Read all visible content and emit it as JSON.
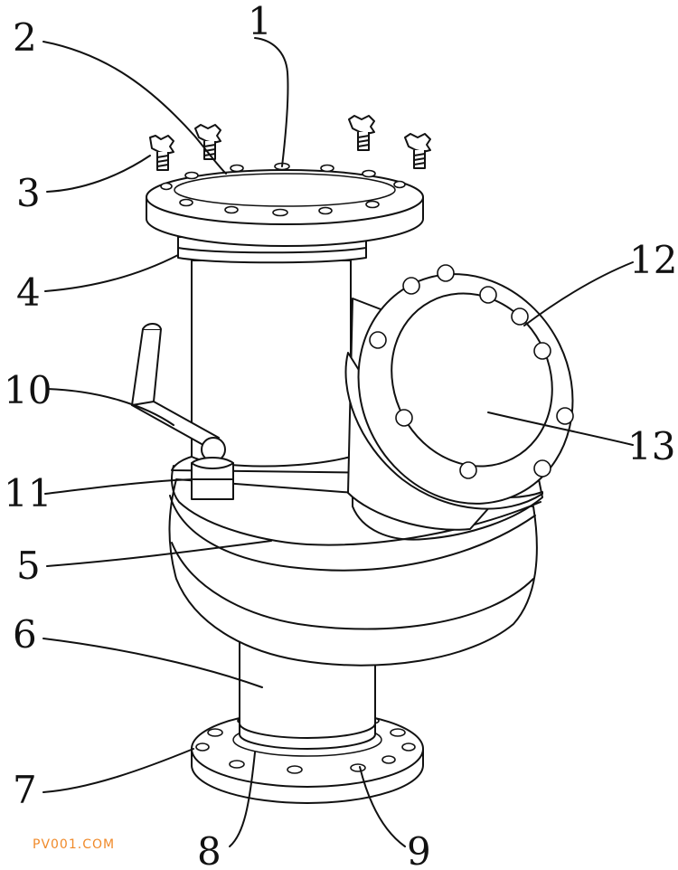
{
  "watermark": "PV001.COM",
  "callouts": [
    {
      "id": "1",
      "label": "1"
    },
    {
      "id": "2",
      "label": "2"
    },
    {
      "id": "3",
      "label": "3"
    },
    {
      "id": "4",
      "label": "4"
    },
    {
      "id": "5",
      "label": "5"
    },
    {
      "id": "6",
      "label": "6"
    },
    {
      "id": "7",
      "label": "7"
    },
    {
      "id": "8",
      "label": "8"
    },
    {
      "id": "9",
      "label": "9"
    },
    {
      "id": "10",
      "label": "10"
    },
    {
      "id": "11",
      "label": "11"
    },
    {
      "id": "12",
      "label": "12"
    },
    {
      "id": "13",
      "label": "13"
    }
  ],
  "colors": {
    "line": "#111111",
    "watermark": "#f08a2a",
    "background": "#ffffff"
  }
}
